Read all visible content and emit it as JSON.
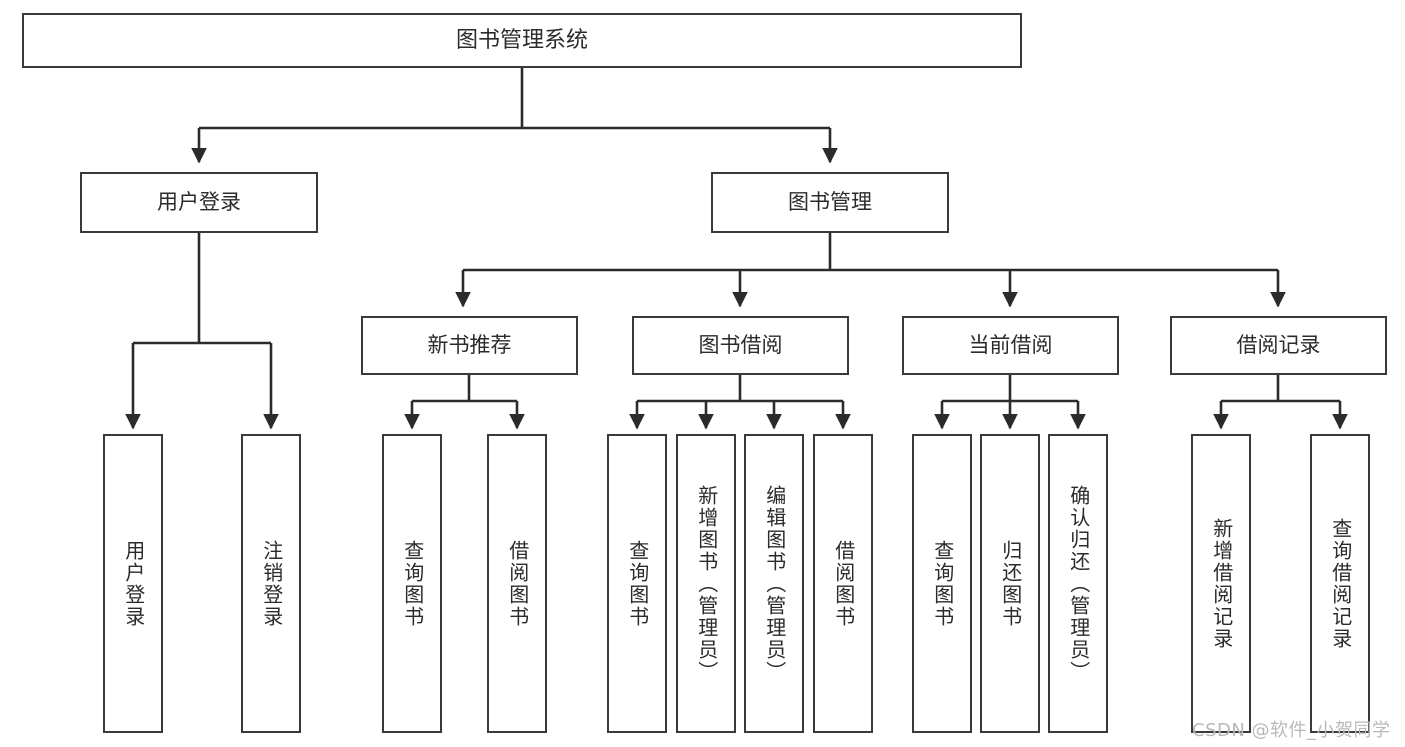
{
  "diagram": {
    "title": "图书管理系统",
    "type": "tree-structure-diagram",
    "colors": {
      "box_border": "#3a3a3a",
      "box_fill": "#ffffff",
      "edge": "#2b2b2b",
      "text": "#2b2b2b",
      "watermark": "#b9b9b9",
      "background": "#ffffff"
    },
    "root": {
      "label": "图书管理系统"
    },
    "level2": [
      {
        "id": "user-login",
        "label": "用户登录"
      },
      {
        "id": "book-management",
        "label": "图书管理"
      }
    ],
    "level3": [
      {
        "id": "new-book-recommend",
        "label": "新书推荐",
        "parent": "book-management"
      },
      {
        "id": "book-borrow",
        "label": "图书借阅",
        "parent": "book-management"
      },
      {
        "id": "current-borrow",
        "label": "当前借阅",
        "parent": "book-management"
      },
      {
        "id": "borrow-record",
        "label": "借阅记录",
        "parent": "book-management"
      }
    ],
    "leaves": {
      "user-login": [
        {
          "id": "leaf-user-login",
          "label": "用户登录"
        },
        {
          "id": "leaf-logout-login",
          "label": "注销登录"
        }
      ],
      "new-book-recommend": [
        {
          "id": "leaf-query-book-1",
          "label": "查询图书"
        },
        {
          "id": "leaf-borrow-book-1",
          "label": "借阅图书"
        }
      ],
      "book-borrow": [
        {
          "id": "leaf-query-book-2",
          "label": "查询图书"
        },
        {
          "id": "leaf-add-book",
          "label": "新增图书（管理员）"
        },
        {
          "id": "leaf-edit-book",
          "label": "编辑图书（管理员）"
        },
        {
          "id": "leaf-borrow-book-2",
          "label": "借阅图书"
        }
      ],
      "current-borrow": [
        {
          "id": "leaf-query-book-3",
          "label": "查询图书"
        },
        {
          "id": "leaf-return-book",
          "label": "归还图书"
        },
        {
          "id": "leaf-confirm-return",
          "label": "确认归还（管理员）"
        }
      ],
      "borrow-record": [
        {
          "id": "leaf-add-record",
          "label": "新增借阅记录"
        },
        {
          "id": "leaf-query-record",
          "label": "查询借阅记录"
        }
      ]
    },
    "watermark": "CSDN @软件_小贺同学"
  }
}
